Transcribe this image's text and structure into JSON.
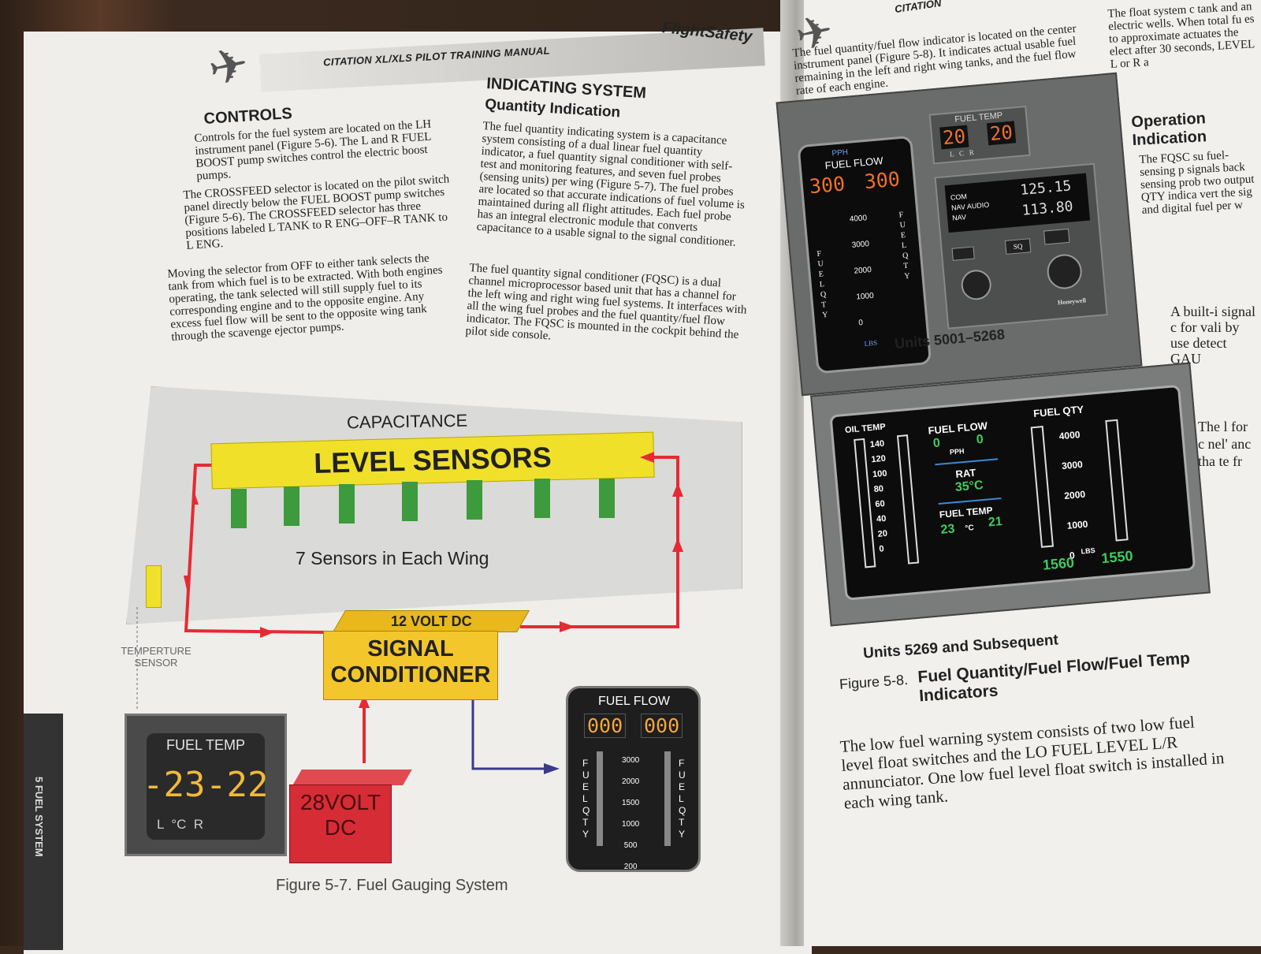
{
  "header": {
    "manual_title": "CITATION XL/XLS PILOT TRAINING MANUAL",
    "brand": "FlightSafety",
    "right_running_head": "CITATION"
  },
  "left": {
    "controls": {
      "heading": "CONTROLS",
      "p1": "Controls for the fuel system are located on the LH instrument panel (Figure 5-6). The L and R FUEL BOOST pump switches control the electric boost pumps.",
      "p2": "The CROSSFEED selector is located on the pilot switch panel directly below the FUEL BOOST pump switches (Figure 5-6). The CROSSFEED selector has three positions labeled L TANK to R ENG–OFF–R TANK to L ENG.",
      "p3": "Moving the selector from OFF to either tank selects the tank from which fuel is to be extracted. With both engines operating, the tank selected will still supply fuel to its corresponding engine and to the opposite engine. Any excess fuel flow will be sent to the opposite wing tank through the scavenge ejector pumps."
    },
    "indicating": {
      "heading": "INDICATING SYSTEM",
      "subheading": "Quantity Indication",
      "p1": "The fuel quantity indicating system is a capacitance system consisting of a dual linear fuel quantity indicator, a fuel quantity signal conditioner with self-test and monitoring features, and seven fuel probes (sensing units) per wing (Figure 5-7). The fuel probes are located so that accurate indications of fuel volume is maintained during all flight attitudes. Each fuel probe has an integral electronic module that converts capacitance to a usable signal to the signal conditioner.",
      "p2": "The fuel quantity signal conditioner (FQSC) is a dual channel microprocessor based unit that has a channel for the left wing and right wing fuel systems. It interfaces with all the wing fuel probes and the fuel quantity/fuel flow indicator. The FQSC is mounted in the cockpit behind the pilot side console."
    },
    "diagram": {
      "capacitance": "CAPACITANCE",
      "level_sensors": "LEVEL SENSORS",
      "sensors_note": "7 Sensors in Each Wing",
      "temp_sensor": "TEMPERTURE SENSOR",
      "conditioner_top": "12 VOLT DC",
      "conditioner_l1": "SIGNAL",
      "conditioner_l2": "CONDITIONER",
      "power_l1": "28VOLT",
      "power_l2": "DC",
      "fuel_temp_title": "FUEL TEMP",
      "fuel_temp_l": "-23",
      "fuel_temp_r": "-22",
      "fuel_temp_units": "L  °C  R",
      "fuel_flow_title": "FUEL FLOW",
      "fuel_flow_l": "000",
      "fuel_flow_r": "000",
      "fuel_qty": "FUELQTY",
      "scale": [
        "3000",
        "2000",
        "1500",
        "1000",
        "500",
        "200"
      ]
    },
    "figure_caption": "Figure 5-7.  Fuel Gauging System",
    "side_tab": "5  FUEL SYSTEM"
  },
  "right": {
    "intro": "The fuel quantity/fuel flow indicator is located on the center instrument panel (Figure 5-8). It indicates actual usable fuel remaining in the left and right wing tanks, and the fuel flow rate of each engine.",
    "panel1": {
      "pph": "PPH",
      "fuel_flow": "FUEL FLOW",
      "ff_l": "300",
      "ff_r": "300",
      "fuel_temp": "FUEL TEMP",
      "ft_l": "20",
      "ft_r": "20",
      "ft_units": "L   C   R",
      "com": "COM",
      "nav_audio": "NAV AUDIO",
      "nav": "NAV",
      "com_freq": "125.15",
      "nav_freq": "113.80",
      "sq": "SQ",
      "honeywell": "Honeywell",
      "scale": [
        "4000",
        "3000",
        "2000",
        "1000",
        "0"
      ],
      "lbs": "LBS",
      "fuel_qty_l": "FUEL QTY",
      "fuel_qty_r": "FUEL QTY",
      "caption": "Units 5001–5268"
    },
    "panel2": {
      "oil_temp": "OIL TEMP",
      "oil_scale": [
        "140",
        "120",
        "100",
        "80",
        "60",
        "40",
        "20",
        "0"
      ],
      "fuel_flow": "FUEL FLOW",
      "ff_l": "0",
      "ff_r": "0",
      "pph": "PPH",
      "rat": "RAT",
      "rat_val": "35°C",
      "fuel_temp": "FUEL TEMP",
      "ft_l": "23",
      "ft_c": "°C",
      "ft_r": "21",
      "fuel_qty": "FUEL QTY",
      "qty_scale": [
        "4000",
        "3000",
        "2000",
        "1000",
        "0"
      ],
      "lbs": "LBS",
      "qty_l": "1560",
      "qty_r": "1550",
      "caption": "Units 5269 and Subsequent"
    },
    "fig8_num": "Figure 5-8.",
    "fig8_title": "Fuel Quantity/Fuel Flow/Fuel Temp Indicators",
    "col_text": "The float system c tank and an electric wells. When total fu es to approximate actuates the elect after 30 seconds, LEVEL L or R a",
    "op_heading": "Operation Indication",
    "op_text": "The FQSC su fuel-sensing p signals back sensing prob two output QTY indica vert the sig and digital fuel per w",
    "builtin": "A built-i signal c for vali by use detect GAU",
    "frag": "The l for c nel' anc tha te fr",
    "low_fuel": "The low fuel warning system consists of two low fuel level float switches and the LO FUEL LEVEL L/R annunciator. One low fuel level float switch is installed in each wing tank."
  }
}
